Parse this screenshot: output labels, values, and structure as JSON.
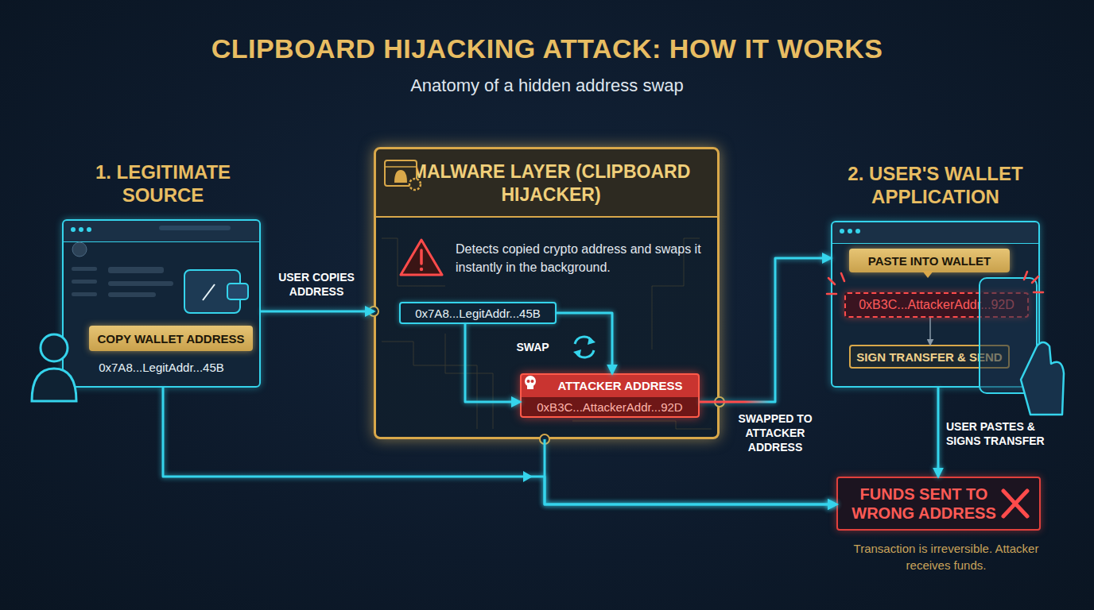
{
  "diagram": {
    "title": "CLIPBOARD HIJACKING ATTACK: HOW IT WORKS",
    "nodes": [
      {
        "text": [
          "1. LEGITIMATE SOURCE",
          "0x7A8...LegitAddr...45B"
        ]
      },
      {
        "text": [
          "COPY WALLET ADDRESS"
        ],
        "in": 0
      },
      {
        "text": [
          "MALWARE LAYER (CLIPBOARD HIJACKER)",
          "Detects copied crypto address and swaps it instantly in the background."
        ]
      },
      {
        "text": [
          "0x7A8...LegitAddr...45B"
        ],
        "in": 2
      },
      {
        "text": [
          "ATTACKER ADDRESS",
          "0xB3C...AttackerAddr...92D"
        ],
        "in": 2
      },
      {
        "text": [
          "2. USER'S WALLET APPLICATION"
        ]
      },
      {
        "text": [
          "PASTE INTO WALLET"
        ],
        "in": 5
      },
      {
        "text": [
          "0xB3C...AttackerAddr...92D"
        ],
        "in": 5
      },
      {
        "text": [
          "SIGN TRANSFER & SEND"
        ],
        "in": 5
      },
      {
        "text": [
          "FUNDS SENT TO WRONG ADDRESS"
        ]
      }
    ],
    "edges": [
      {
        "from": 0,
        "to": 2,
        "label": "USER COPIES ADDRESS",
        "arrow": "to"
      },
      {
        "from": 3,
        "to": 4,
        "label": "SWAP",
        "arrow": "to"
      },
      {
        "from": 3,
        "to": 4,
        "arrow": "to"
      },
      {
        "from": 4,
        "to": 5,
        "label": "SWAPPED TO ATTACKER ADDRESS",
        "arrow": "to"
      },
      {
        "from": 7,
        "to": 8,
        "arrow": "to"
      },
      {
        "from": 5,
        "to": 9,
        "label": "USER PASTES & SIGNS TRANSFER",
        "arrow": "to"
      },
      {
        "from": 0,
        "to": 9,
        "arrow": "to"
      },
      {
        "from": 2,
        "to": 9,
        "arrow": "to"
      }
    ],
    "labels": [
      "Anatomy of a hidden address swap",
      "Transaction is irreversible. Attacker receives funds."
    ]
  }
}
